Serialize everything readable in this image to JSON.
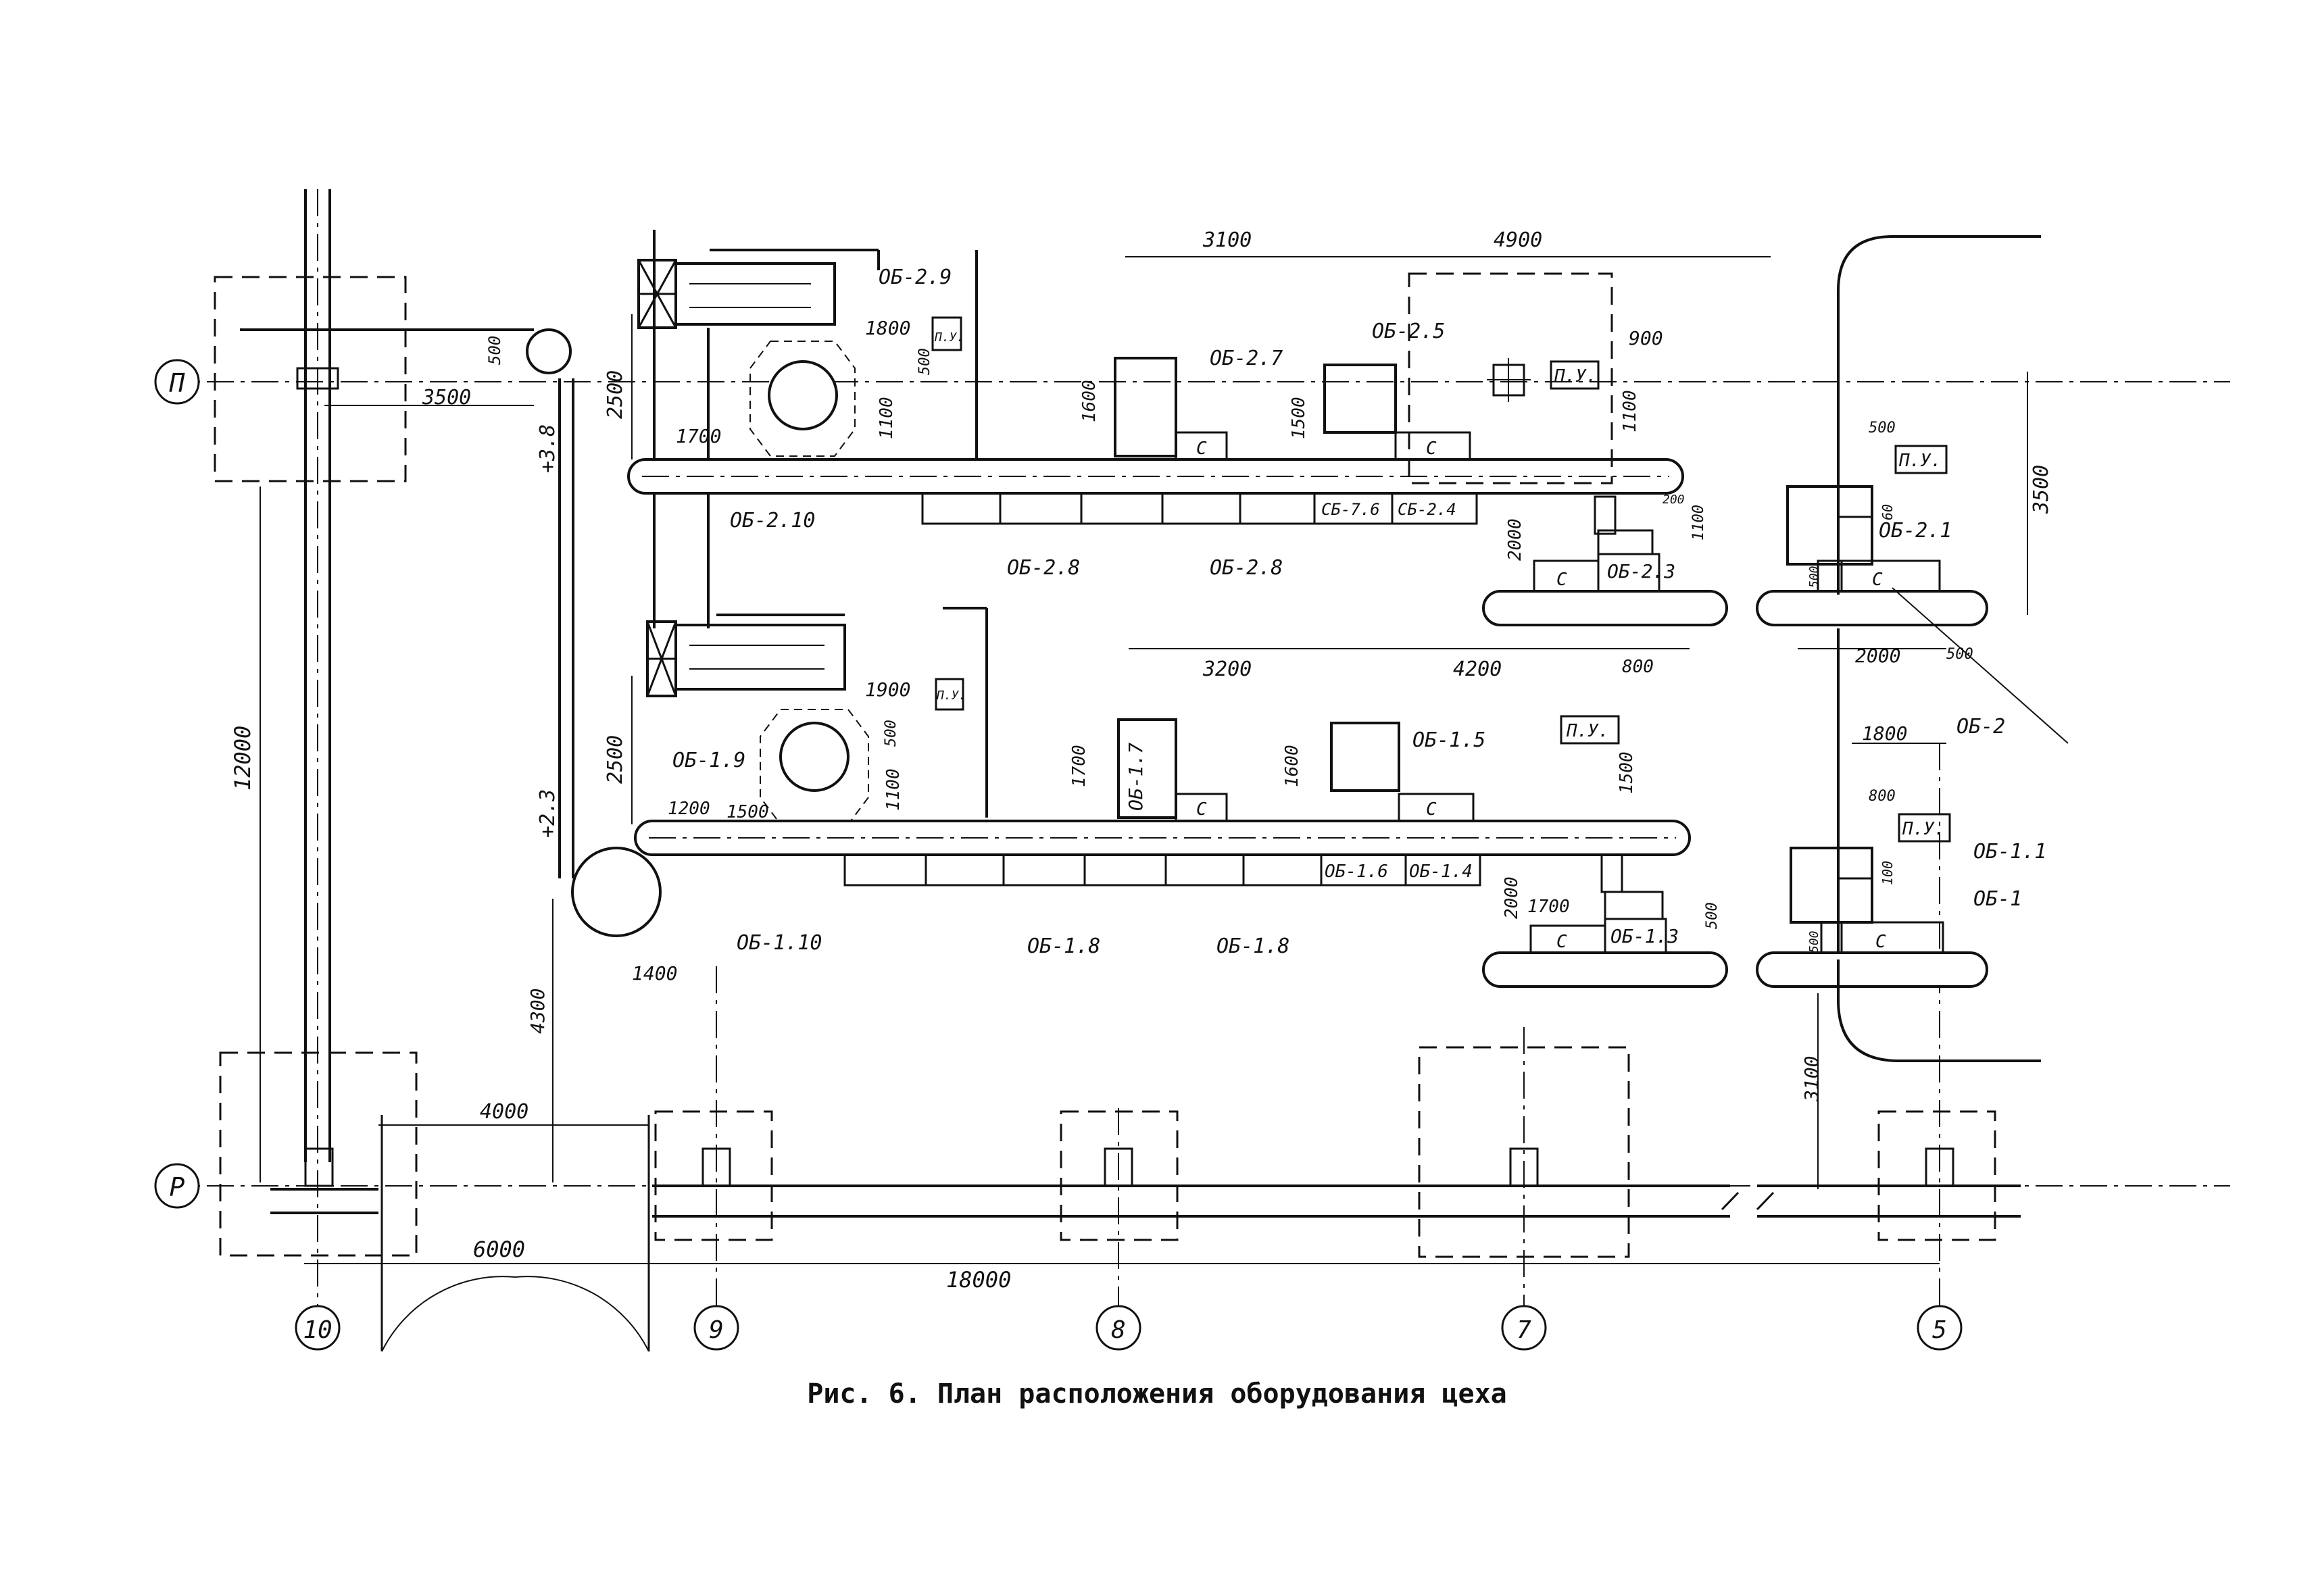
{
  "caption": "Рис. 6. План расположения оборудования цеха",
  "grid_axes": {
    "row_p": "П",
    "row_r": "Р",
    "col_10": "10",
    "col_9": "9",
    "col_8": "8",
    "col_7": "7",
    "col_5": "5"
  },
  "equipment": {
    "os_2_9": "ОБ-2.9",
    "os_2_7": "ОБ-2.7",
    "os_2_5": "ОБ-2.5",
    "os_2_10": "ОБ-2.10",
    "os_2_8a": "ОБ-2.8",
    "os_2_8b": "ОБ-2.8",
    "os_2_3": "ОБ-2.3",
    "os_2_1": "ОБ-2.1",
    "os_2": "ОБ-2",
    "cb_7_6": "СБ-7.6",
    "cb_2_4": "СБ-2.4",
    "os_1_9": "ОБ-1.9",
    "os_1_7": "ОБ-1.7",
    "os_1_5": "ОБ-1.5",
    "os_1_10": "ОБ-1.10",
    "os_1_8a": "ОБ-1.8",
    "os_1_8b": "ОБ-1.8",
    "os_1_6": "ОБ-1.6",
    "os_1_4": "ОБ-1.4",
    "os_1_3": "ОБ-1.3",
    "os_1_1": "ОБ-1.1",
    "os_1": "ОБ-1",
    "pu_1": "П.У.",
    "pu_2": "П.У.",
    "pu_3": "П.У.",
    "pu_4": "П.У.",
    "pu_5": "П.У.",
    "pu_6": "П.У.",
    "c_1": "С",
    "c_2": "С",
    "c_3": "С",
    "c_4": "С",
    "c_5": "С",
    "c_6": "С",
    "c_7": "С",
    "c_8": "С"
  },
  "dimensions": {
    "d3100": "3100",
    "d4900": "4900",
    "d500a": "500",
    "d1800a": "1800",
    "d900": "900",
    "d3500a": "3500",
    "d1700a": "1700",
    "d2500a": "2500",
    "d500b": "500",
    "d1100a": "1100",
    "d1600a": "1600",
    "d1500a": "1500",
    "d1100b": "1100",
    "d2000a": "2000",
    "d200": "200",
    "d1100c": "1100",
    "d500c": "500",
    "d3500b": "3500",
    "d60": "60",
    "d500d": "500",
    "d2000b": "2000",
    "d500e": "500",
    "d3200": "3200",
    "d4200": "4200",
    "d800a": "800",
    "d1900": "1900",
    "d500f": "500",
    "d1100d": "1100",
    "d1700b": "1700",
    "d1600b": "1600",
    "d1500b": "1500",
    "d2500b": "2500",
    "d1200": "1200",
    "d1500c": "1500",
    "d2000c": "2000",
    "d1700c": "1700",
    "d500g": "500",
    "d1800b": "1800",
    "d800b": "800",
    "d100": "100",
    "d500h": "500",
    "d12000": "12000",
    "d1400": "1400",
    "d4300": "4300",
    "d4000": "4000",
    "d6000": "6000",
    "d18000": "18000",
    "d3100b": "3100"
  },
  "elevations": {
    "e38": "+3.8",
    "e23": "+2.3"
  }
}
